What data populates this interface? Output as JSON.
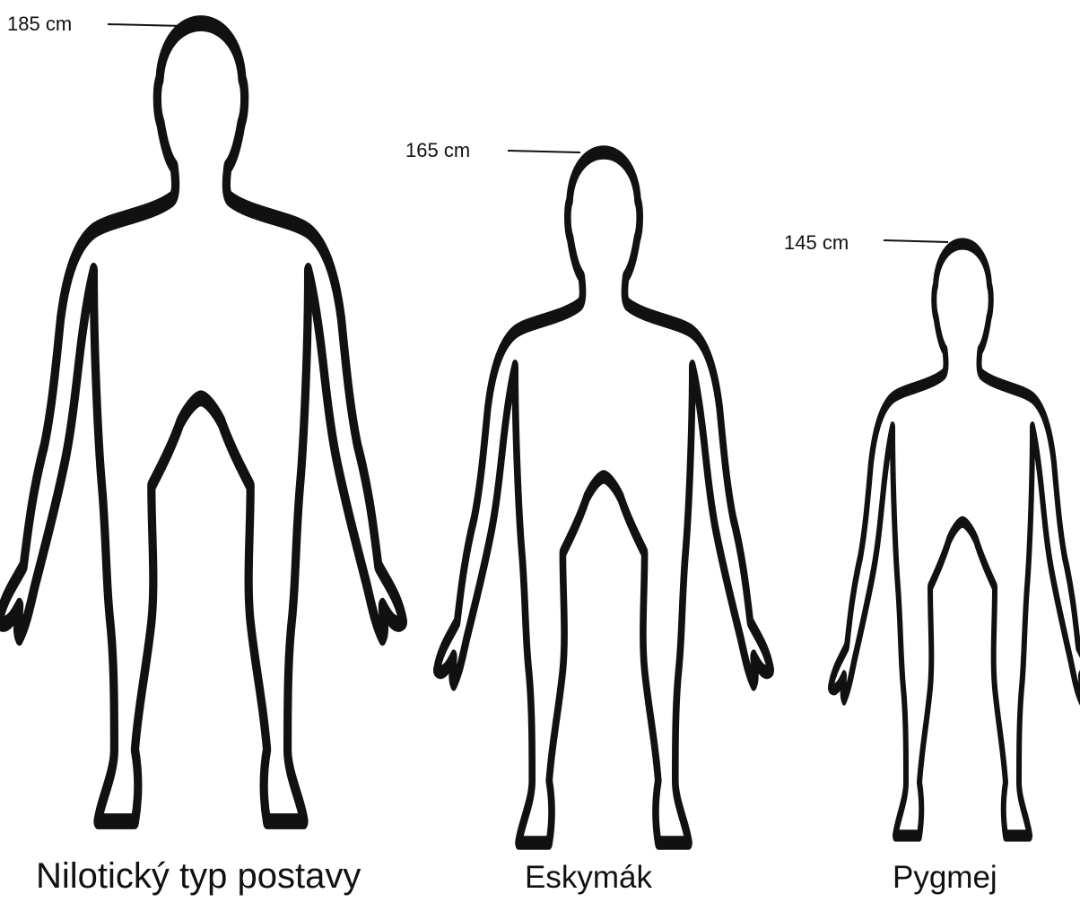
{
  "figures": [
    {
      "id": "nilotic",
      "height_label": "185 cm",
      "caption": "Nilotický typ postavy"
    },
    {
      "id": "eskimo",
      "height_label": "165 cm",
      "caption": "Eskymák"
    },
    {
      "id": "pygmy",
      "height_label": "145 cm",
      "caption": "Pygmej"
    }
  ]
}
